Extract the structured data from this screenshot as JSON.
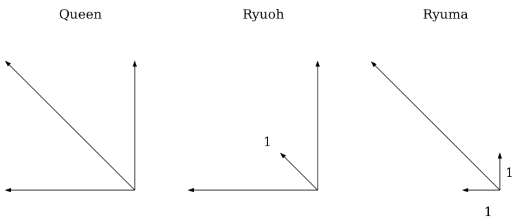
{
  "panels": [
    {
      "title": "Queen",
      "labels": []
    },
    {
      "title": "Ryuoh",
      "labels": [
        "1"
      ]
    },
    {
      "title": "Ryuma",
      "labels": [
        "1",
        "1"
      ]
    }
  ]
}
